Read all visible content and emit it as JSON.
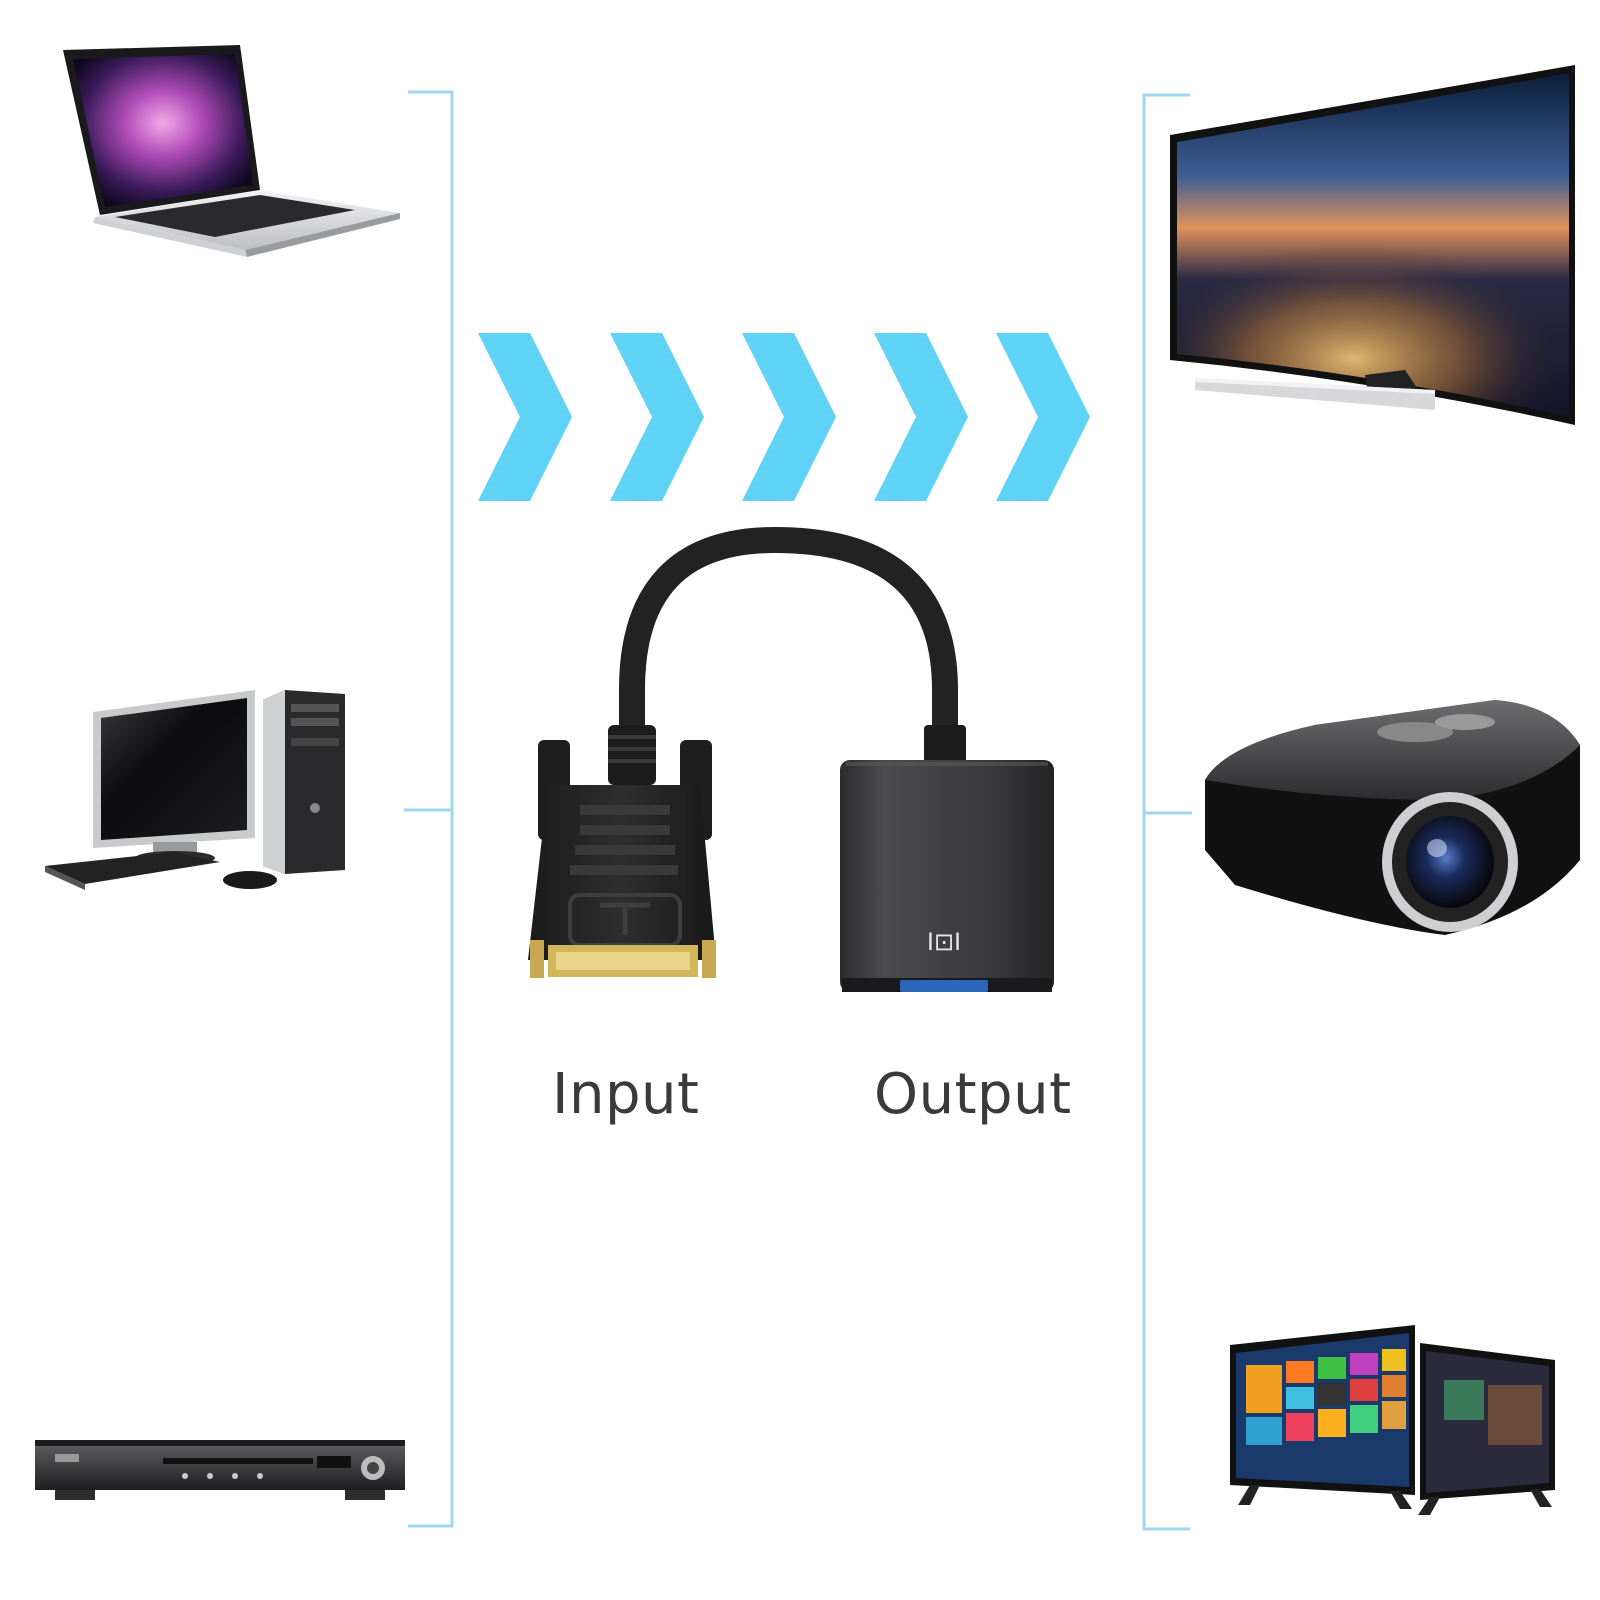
{
  "labels": {
    "input": "Input",
    "output": "Output"
  },
  "adapter_icon_glyph": "I⊡I",
  "devices": {
    "sources": [
      "laptop",
      "desktop-computer",
      "dvd-player"
    ],
    "displays": [
      "curved-tv",
      "projector",
      "smart-tv"
    ]
  },
  "colors": {
    "accent": "#5fd3f5",
    "bracket": "#9fd8ea",
    "cable": "#222222",
    "gold": "#d4b65a",
    "vga_blue": "#2a67b8"
  }
}
